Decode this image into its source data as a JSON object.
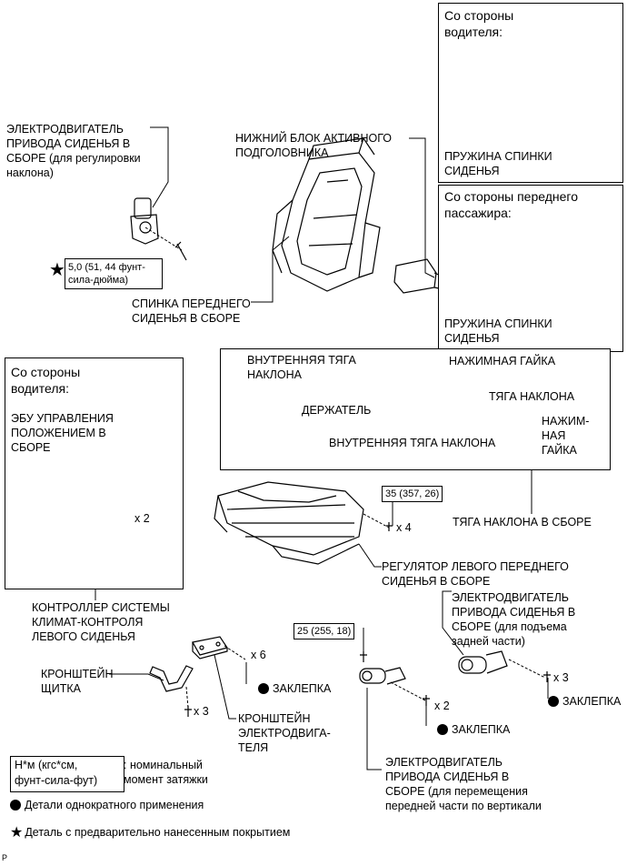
{
  "labels": {
    "motor_recline": [
      "ЭЛЕКТРОДВИГАТЕЛЬ",
      "ПРИВОДА СИДЕНЬЯ В",
      "СБОРЕ (для регулировки",
      "наклона)"
    ],
    "torque_recline": [
      "5,0 (51, 44 фунт-",
      "сила-дюйма)"
    ],
    "headrest_lower": [
      "НИЖНИЙ БЛОК АКТИВНОГО",
      "ПОДГОЛОВНИКА"
    ],
    "seatback": [
      "СПИНКА ПЕРЕДНЕГО",
      "СИДЕНЬЯ В СБОРЕ"
    ],
    "driver_side_top": [
      "Со стороны",
      "водителя:"
    ],
    "spring_1": [
      "ПРУЖИНА СПИНКИ",
      "СИДЕНЬЯ"
    ],
    "passenger_side": [
      "Со стороны переднего",
      "пассажира:"
    ],
    "spring_2": [
      "ПРУЖИНА СПИНКИ",
      "СИДЕНЬЯ"
    ],
    "driver_side_left": [
      "Со стороны",
      "водителя:"
    ],
    "ecu": [
      "ЭБУ УПРАВЛЕНИЯ",
      "ПОЛОЖЕНИЕМ В",
      "СБОРЕ"
    ],
    "x2_ecu": "x 2",
    "inner_rod_1": [
      "ВНУТРЕННЯЯ ТЯГА",
      "НАКЛОНА"
    ],
    "push_nut_1": "НАЖИМНАЯ ГАЙКА",
    "holder": "ДЕРЖАТЕЛЬ",
    "recline_rod": "ТЯГА НАКЛОНА",
    "push_nut_2": [
      "НАЖИМ-",
      "НАЯ",
      "ГАЙКА"
    ],
    "inner_rod_2": "ВНУТРЕННЯЯ ТЯГА НАКЛОНА",
    "rod_assy": "ТЯГА НАКЛОНА В СБОРЕ",
    "torque_35": "35 (357, 26)",
    "x4": "x 4",
    "adjuster": [
      "РЕГУЛЯТОР ЛЕВОГО ПЕРЕДНЕГО",
      "СИДЕНЬЯ В СБОРЕ"
    ],
    "climate": [
      "КОНТРОЛЛЕР СИСТЕМЫ",
      "КЛИМАТ-КОНТРОЛЯ",
      "ЛЕВОГО СИДЕНЬЯ"
    ],
    "motor_rear": [
      "ЭЛЕКТРОДВИГАТЕЛЬ",
      "ПРИВОДА СИДЕНЬЯ В",
      "СБОРЕ (для подъема",
      "задней части)"
    ],
    "shield_bracket": [
      "КРОНШТЕЙН",
      "ЩИТКА"
    ],
    "x6": "x 6",
    "rivet_1": "ЗАКЛЕПКА",
    "torque_25": "25 (255, 18)",
    "x3_left": "x 3",
    "motor_bracket": [
      "КРОНШТЕЙН",
      "ЭЛЕКТРОДВИГА-",
      "ТЕЛЯ"
    ],
    "x2_mid": "x 2",
    "rivet_2": "ЗАКЛЕПКА",
    "x3_right": "x 3",
    "rivet_3": "ЗАКЛЕПКА",
    "motor_front": [
      "ЭЛЕКТРОДВИГАТЕЛЬ",
      "ПРИВОДА СИДЕНЬЯ В",
      "СБОРЕ (для перемещения",
      "передней части по вертикали"
    ]
  },
  "legend": {
    "torque_box": [
      "Н*м (кгс*см,",
      "фунт-сила-фут)"
    ],
    "torque_desc": [
      ": номинальный",
      "момент затяжки"
    ],
    "single_use": "Детали однократного применения",
    "precoated": "Деталь с предварительно нанесенным покрытием"
  },
  "corner_mark": "P"
}
